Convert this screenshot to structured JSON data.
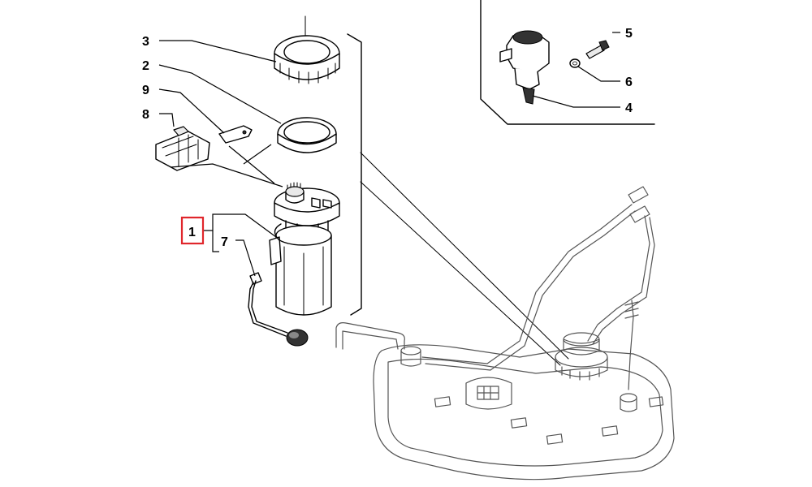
{
  "callouts": {
    "c1": "1",
    "c2": "2",
    "c3": "3",
    "c4": "4",
    "c5": "5",
    "c6": "6",
    "c7": "7",
    "c8": "8",
    "c9": "9"
  },
  "highlight": {
    "target": "1",
    "color": "#e0262b"
  },
  "icons": {
    "pump-module": "fuel-pump-module-icon",
    "tank": "fuel-tank-icon",
    "sensor": "sensor-icon"
  }
}
